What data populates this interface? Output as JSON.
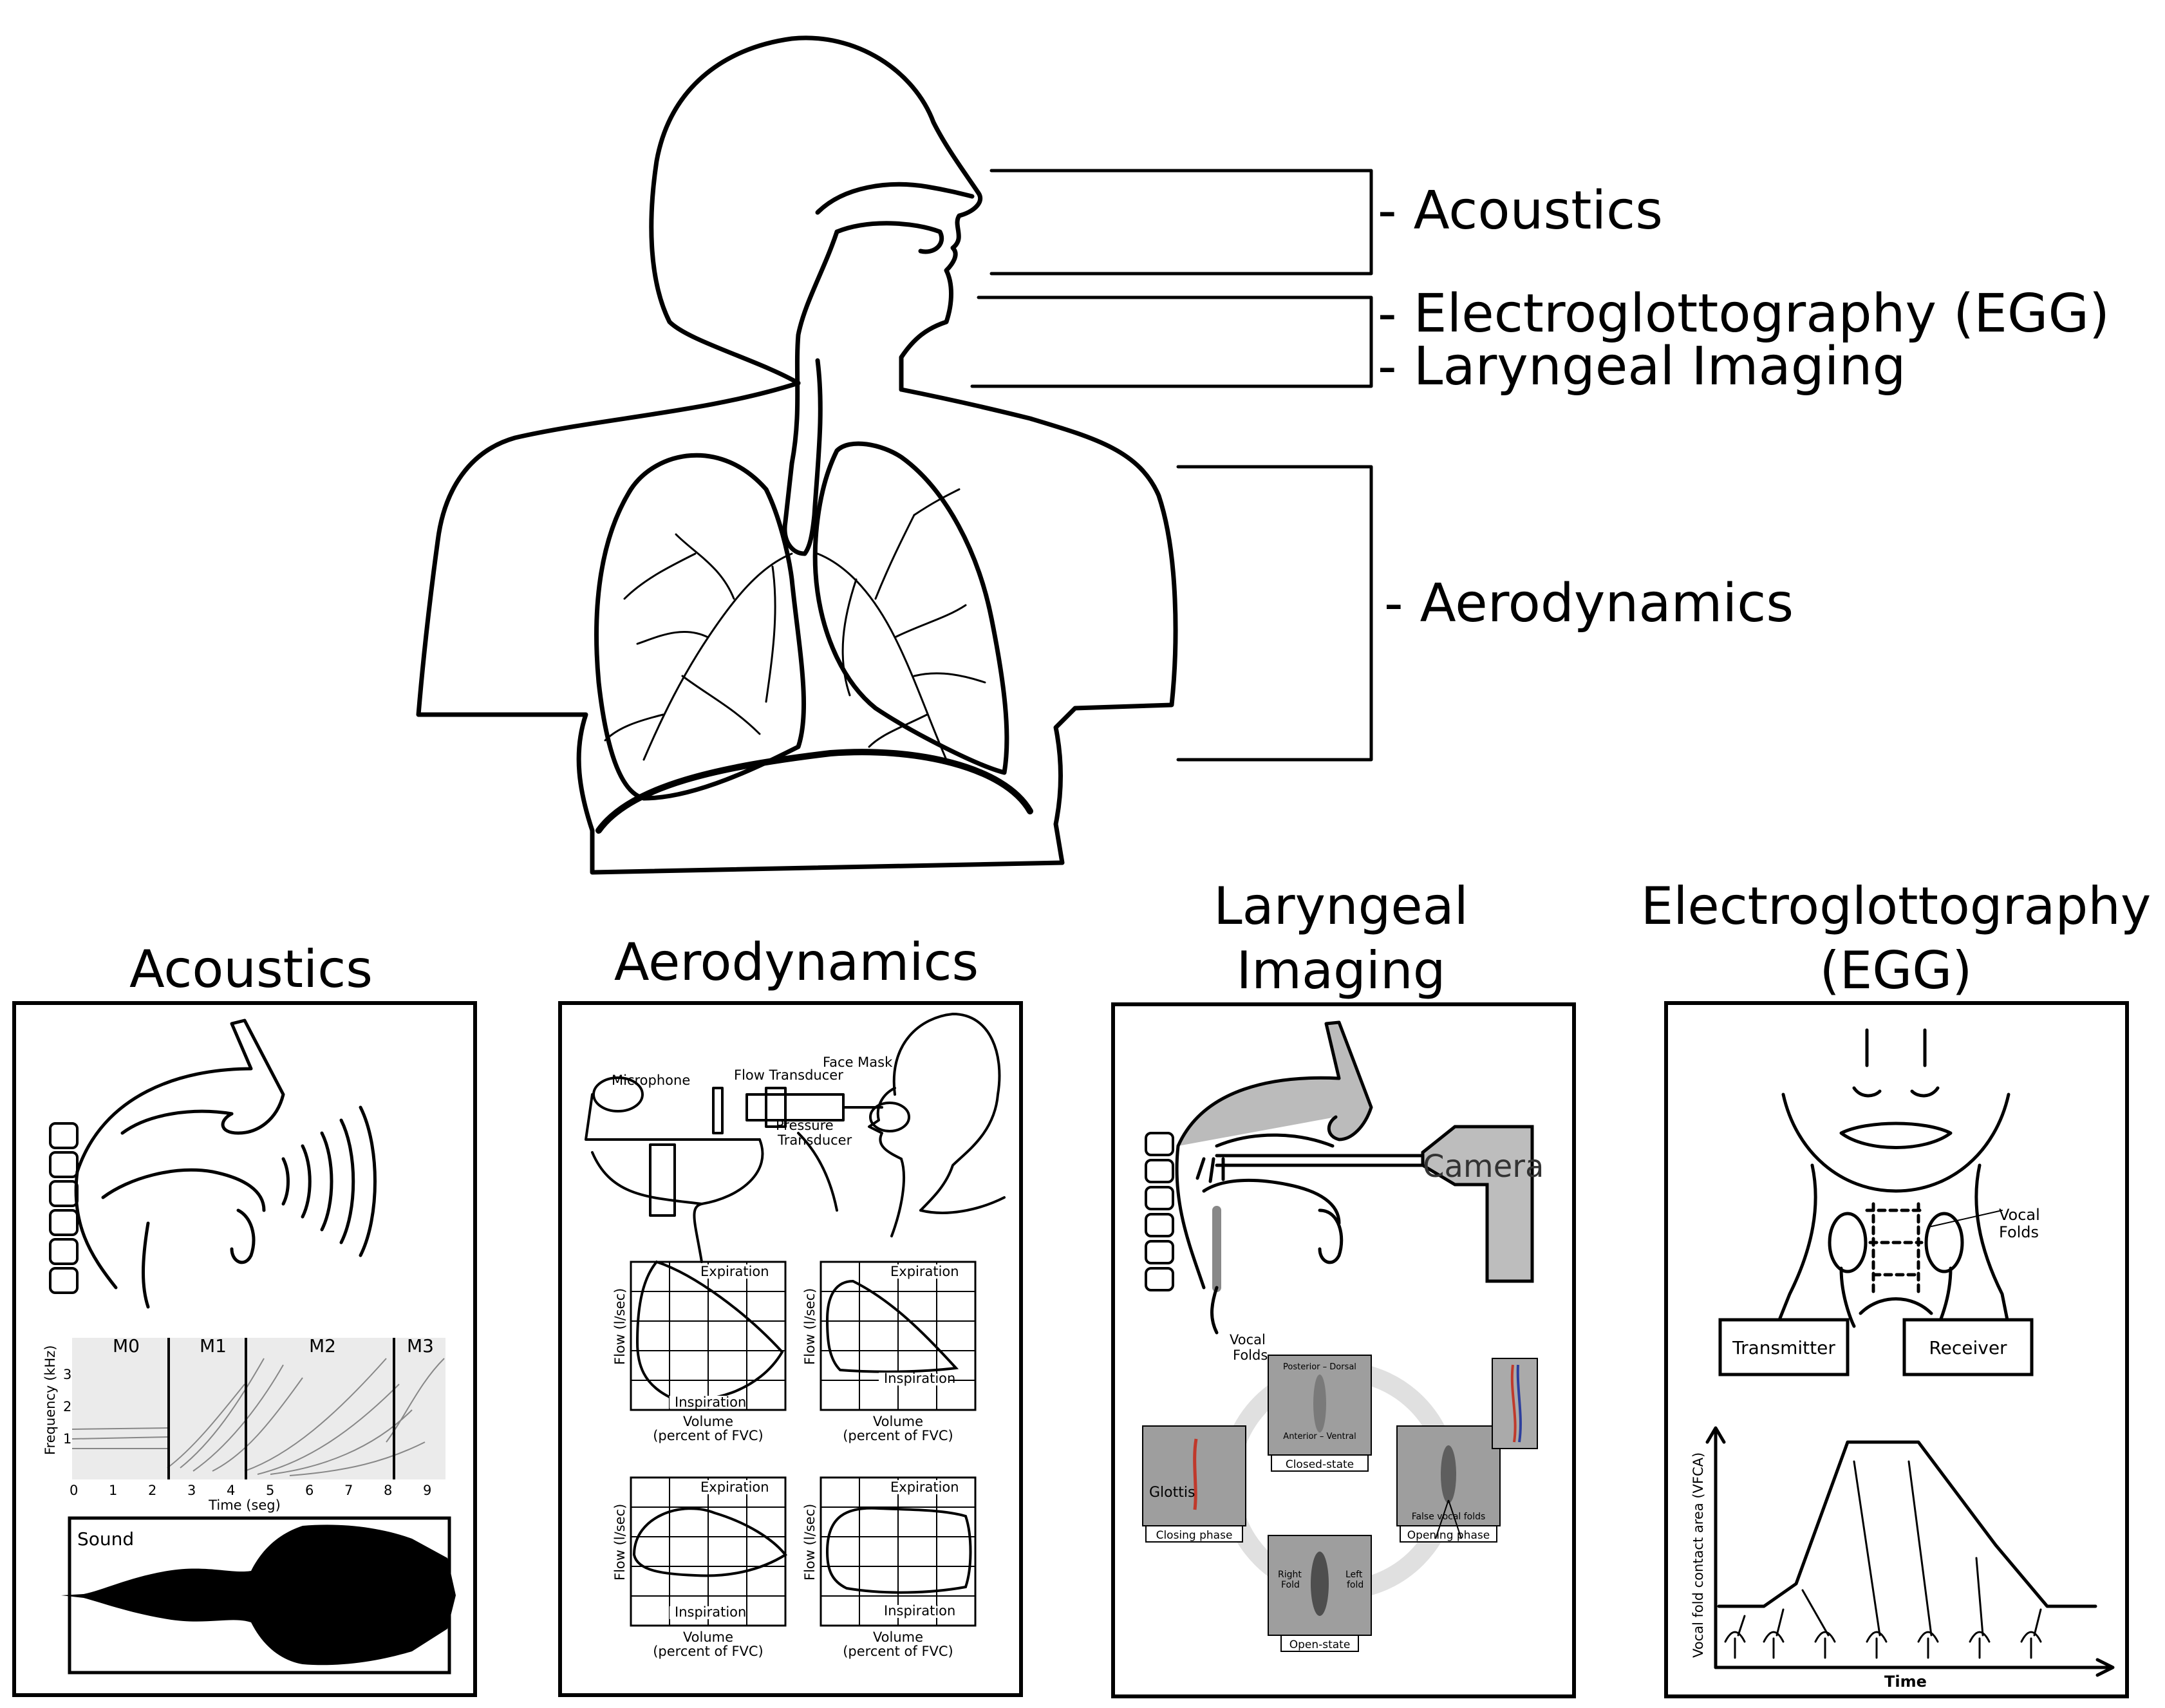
{
  "anatomy_labels": {
    "acoustics": "- Acoustics",
    "egg": "- Electroglottography (EGG)",
    "laryngeal": "- Laryngeal Imaging",
    "aero": "- Aerodynamics"
  },
  "panels": {
    "acoustics": {
      "title": "Acoustics",
      "segments": [
        "M0",
        "M1",
        "M2",
        "M3"
      ],
      "freq_axis_label": "Frequency (kHz)",
      "freq_ticks": [
        "3",
        "2",
        "1"
      ],
      "time_axis_label": "Time (seg)",
      "time_ticks": [
        "0",
        "1",
        "2",
        "3",
        "4",
        "5",
        "6",
        "7",
        "8",
        "9"
      ],
      "sound_label": "Sound"
    },
    "aerodynamics": {
      "title": "Aerodynamics",
      "equipment": {
        "microphone": "Microphone",
        "flow_transducer": "Flow Transducer",
        "face_mask": "Face Mask",
        "pressure_1": "Pressure",
        "pressure_2": "Transducer"
      },
      "loop_labels": {
        "expiration": "Expiration",
        "inspiration": "Inspiration",
        "y_axis": "Flow (l/sec)",
        "x_axis_1": "Volume",
        "x_axis_2": "(percent of FVC)"
      }
    },
    "laryngeal": {
      "title_line1": "Laryngeal",
      "title_line2": "Imaging",
      "camera": "Camera",
      "vocal_1": "Vocal",
      "vocal_2": "Folds",
      "posterior": "Posterior – Dorsal",
      "anterior": "Anterior – Ventral",
      "closed_state": "Closed-state",
      "opening_phase": "Opening phase",
      "closing_phase": "Closing phase",
      "open_state": "Open-state",
      "glottis": "Glottis",
      "false_folds": "False vocal folds",
      "right_1": "Right",
      "right_2": "Fold",
      "left_1": "Left",
      "left_2": "fold"
    },
    "egg": {
      "title_line1": "Electroglottography",
      "title_line2": "(EGG)",
      "vocal_1": "Vocal",
      "vocal_2": "Folds",
      "transmitter": "Transmitter",
      "receiver": "Receiver",
      "y_axis": "Vocal fold contact area (VFCA)",
      "x_axis": "Time"
    }
  }
}
